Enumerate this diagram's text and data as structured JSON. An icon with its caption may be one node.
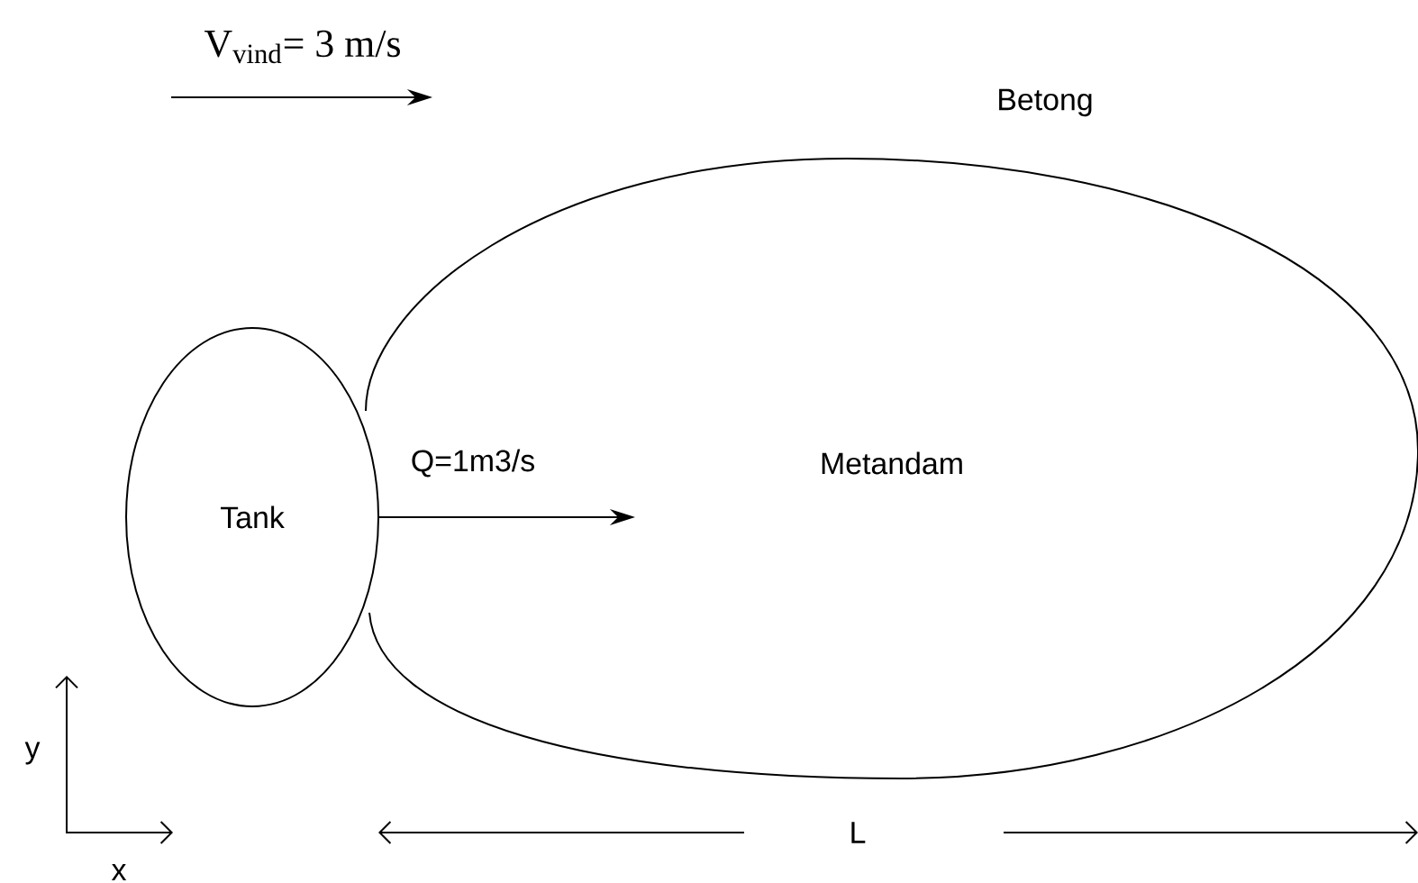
{
  "diagram": {
    "nodes": [
      {
        "text": [
          "Tank"
        ]
      },
      {
        "text": [
          "Metandam"
        ]
      }
    ],
    "edges": [
      {
        "from": 0,
        "to": 1,
        "arrow": "to",
        "label": "Q=1m3/s"
      }
    ],
    "labels": [
      "V$_{vind}$= 3 m/s",
      "Betong",
      "y",
      "x",
      "L"
    ]
  }
}
